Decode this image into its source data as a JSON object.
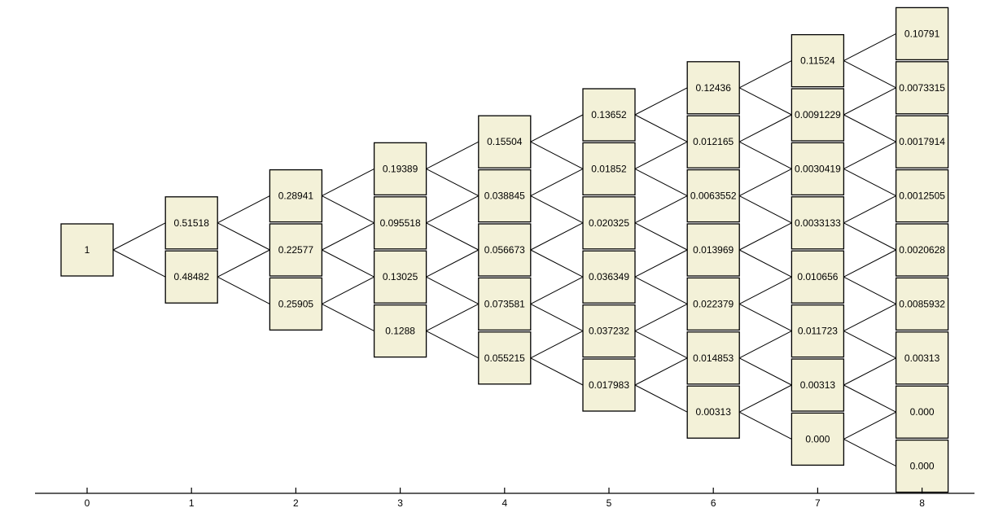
{
  "tree": {
    "steps": [
      {
        "step": "0",
        "nodes": [
          "1"
        ]
      },
      {
        "step": "1",
        "nodes": [
          "0.51518",
          "0.48482"
        ]
      },
      {
        "step": "2",
        "nodes": [
          "0.28941",
          "0.22577",
          "0.25905"
        ]
      },
      {
        "step": "3",
        "nodes": [
          "0.19389",
          "0.095518",
          "0.13025",
          "0.1288"
        ]
      },
      {
        "step": "4",
        "nodes": [
          "0.15504",
          "0.038845",
          "0.056673",
          "0.073581",
          "0.055215"
        ]
      },
      {
        "step": "5",
        "nodes": [
          "0.13652",
          "0.01852",
          "0.020325",
          "0.036349",
          "0.037232",
          "0.017983"
        ]
      },
      {
        "step": "6",
        "nodes": [
          "0.12436",
          "0.012165",
          "0.0063552",
          "0.013969",
          "0.022379",
          "0.014853",
          "0.00313"
        ]
      },
      {
        "step": "7",
        "nodes": [
          "0.11524",
          "0.0091229",
          "0.0030419",
          "0.0033133",
          "0.010656",
          "0.011723",
          "0.00313",
          "0.000"
        ]
      },
      {
        "step": "8",
        "nodes": [
          "0.10791",
          "0.0073315",
          "0.0017914",
          "0.0012505",
          "0.0020628",
          "0.0085932",
          "0.00313",
          "0.000",
          "0.000"
        ]
      }
    ]
  }
}
